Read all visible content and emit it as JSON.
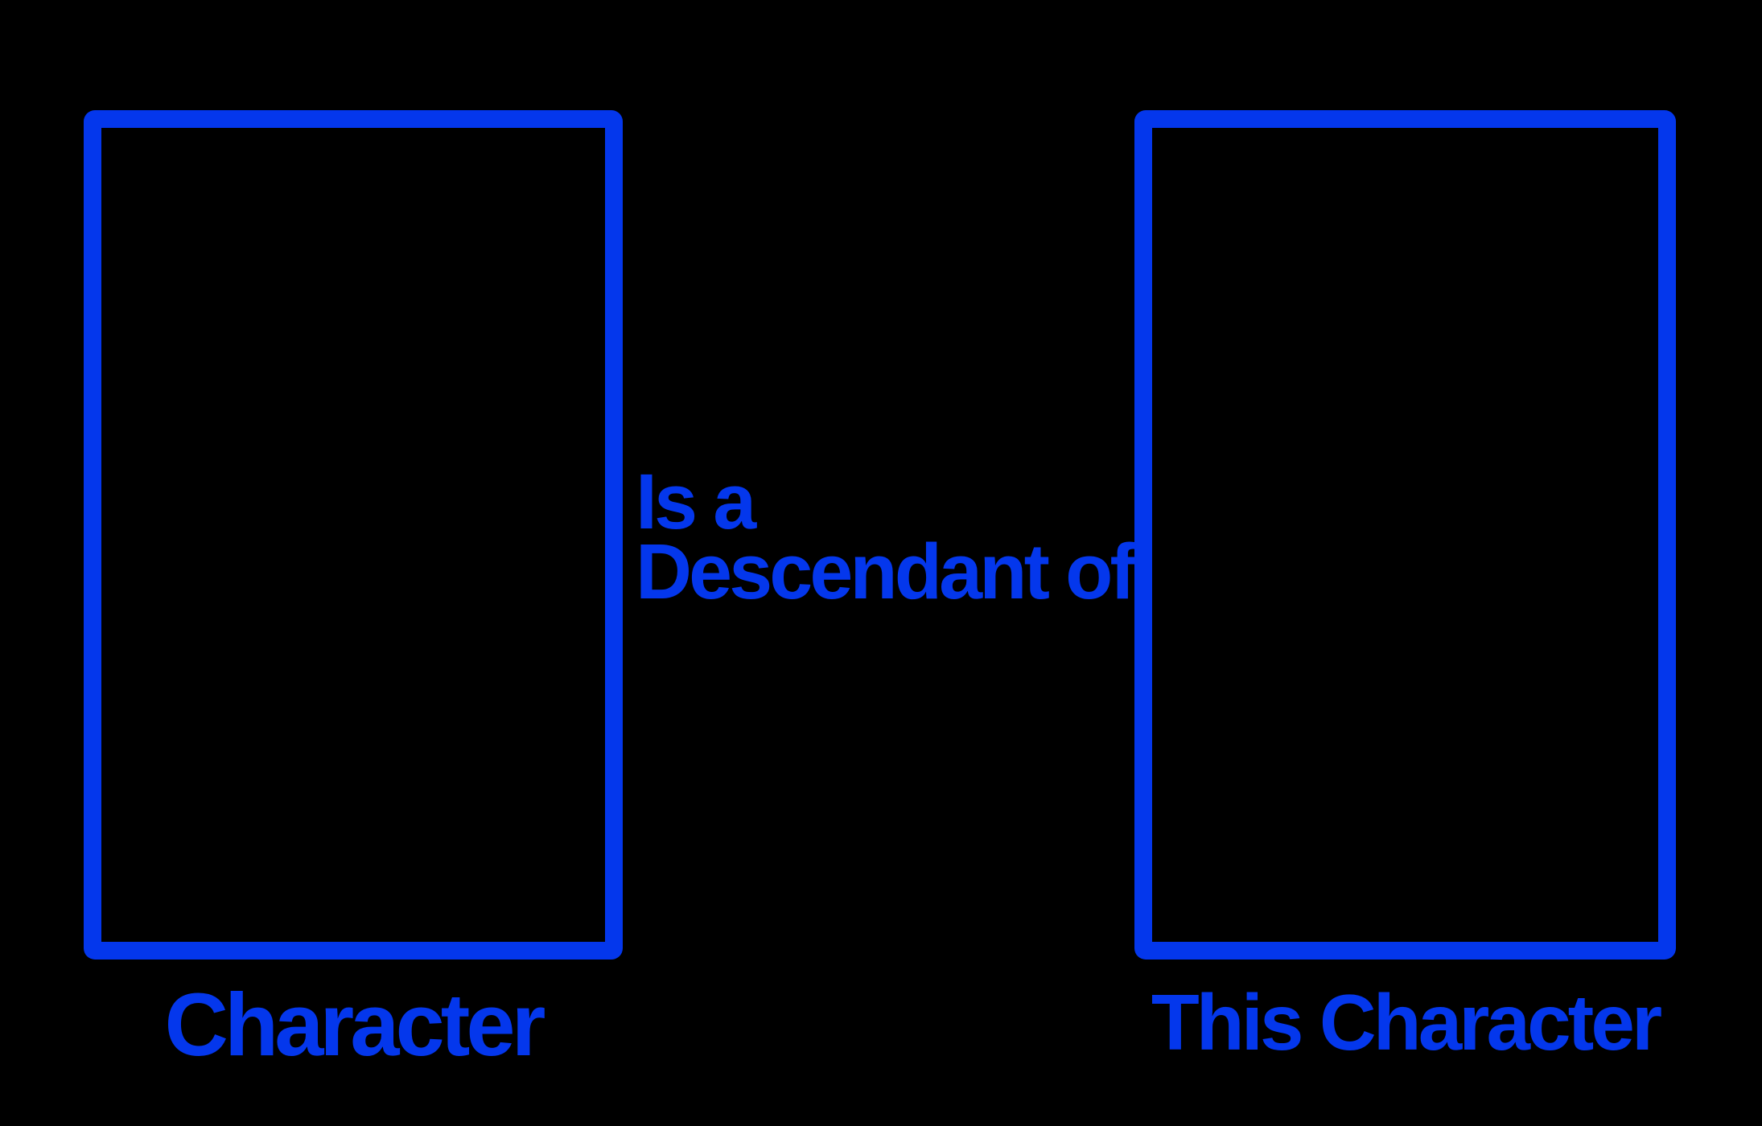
{
  "theme": {
    "background": "#000000",
    "accent": "#0437EC"
  },
  "boxes": {
    "left": {
      "label": "Character"
    },
    "right": {
      "label": "This Character"
    }
  },
  "relationship": {
    "line1": "Is a",
    "line2": "Descendant of"
  }
}
